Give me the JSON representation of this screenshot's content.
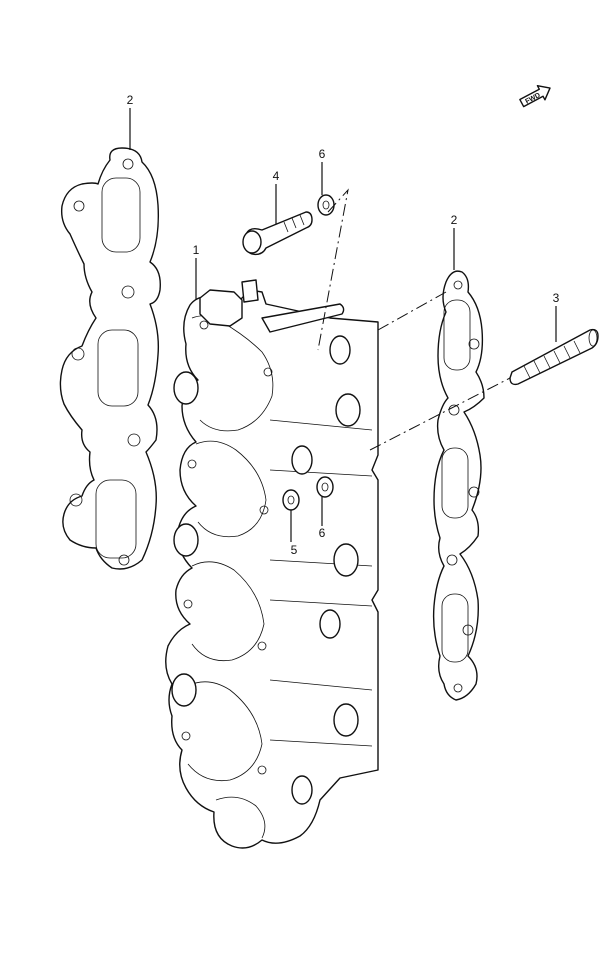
{
  "diagram": {
    "callouts": [
      {
        "id": "c1",
        "text": "1"
      },
      {
        "id": "c2a",
        "text": "2"
      },
      {
        "id": "c2b",
        "text": "2"
      },
      {
        "id": "c3",
        "text": "3"
      },
      {
        "id": "c4",
        "text": "4"
      },
      {
        "id": "c5",
        "text": "5"
      },
      {
        "id": "c6a",
        "text": "6"
      },
      {
        "id": "c6b",
        "text": "6"
      }
    ],
    "fwd_label": "FWD"
  }
}
